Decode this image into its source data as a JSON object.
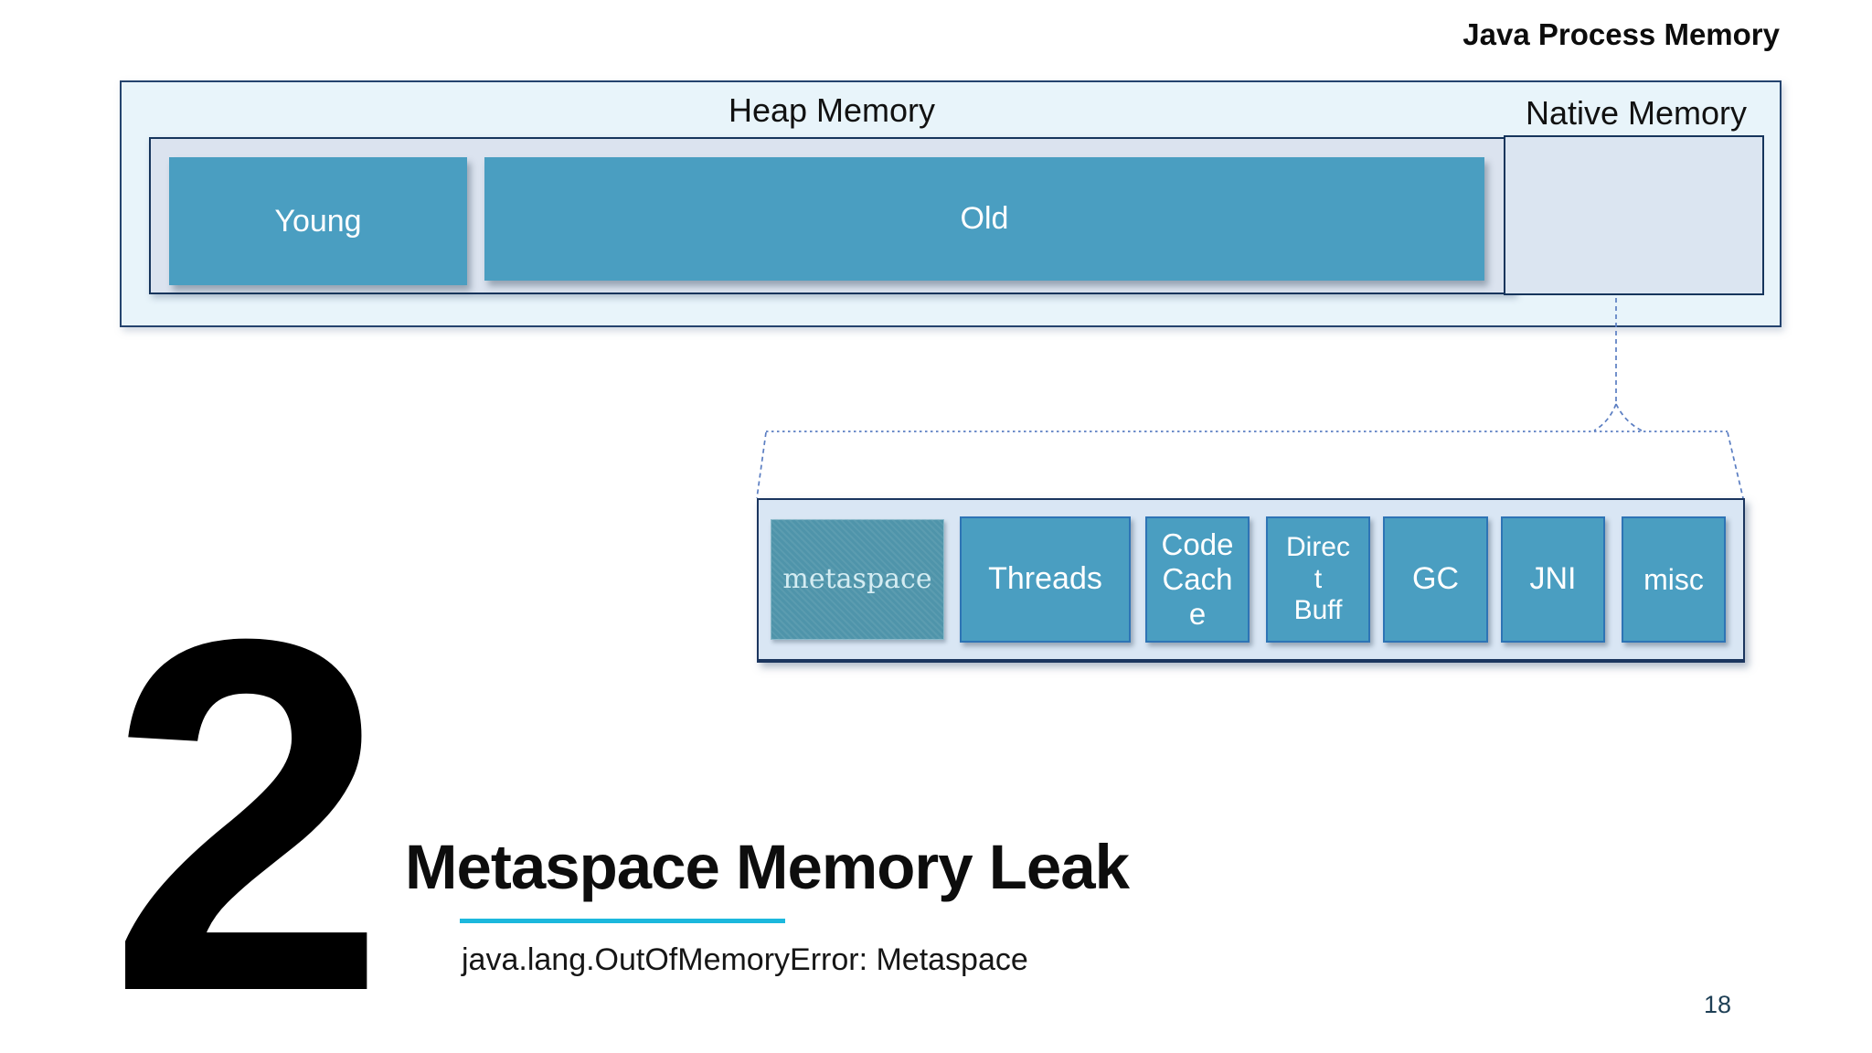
{
  "colors": {
    "memory_block_teal": "#4a9ec1",
    "block_border_blue": "#2e74b5",
    "container_border_navy": "#1b355e",
    "container_fill_light": "#e8f4fa",
    "inner_fill_light": "#dbe3ef",
    "accent_underline_cyan": "#1cb8dd",
    "connector_blue": "#5b7ec2",
    "page_number_color": "#1e3f55"
  },
  "header": {
    "title": "Java Process Memory"
  },
  "diagram": {
    "heap": {
      "label": "Heap Memory",
      "young_label": "Young",
      "old_label": "Old"
    },
    "native": {
      "label": "Native Memory"
    },
    "native_breakdown": [
      {
        "label": "metaspace"
      },
      {
        "label": "Threads"
      },
      {
        "label": "Code\nCach\ne"
      },
      {
        "label": "Direc\nt\nBuff"
      },
      {
        "label": "GC"
      },
      {
        "label": "JNI"
      },
      {
        "label": "misc"
      }
    ]
  },
  "section": {
    "number": "2",
    "title": "Metaspace Memory Leak",
    "subtitle": "java.lang.OutOfMemoryError: Metaspace"
  },
  "footer": {
    "page_number": "18"
  }
}
